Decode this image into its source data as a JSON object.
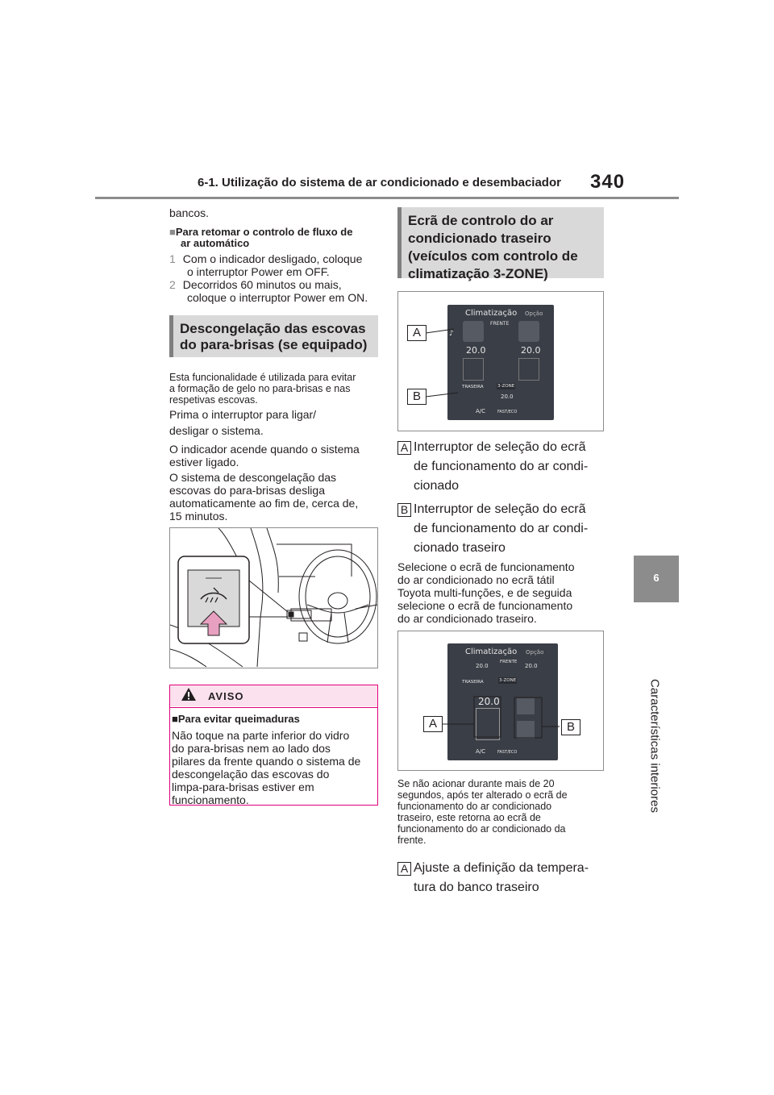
{
  "header": {
    "section": "6-1. Utilização do sistema de ar condicionado e desembaciador",
    "page": "340"
  },
  "side_tab": {
    "number": "6",
    "label": "Características interiores"
  },
  "left": {
    "intro": "bancos.",
    "restore_title_1": "Para retomar o controlo de fluxo de",
    "restore_title_2": "ar automático",
    "steps": [
      {
        "num": "1",
        "line1": "Com o indicador desligado, coloque",
        "line2": "o interruptor Power em OFF."
      },
      {
        "num": "2",
        "line1": "Decorridos 60 minutos ou mais,",
        "line2": "coloque o interruptor Power em ON."
      }
    ],
    "section_title_1": "Descongelação das escovas",
    "section_title_2": "do para-brisas (se equipado)",
    "desc_small": [
      "Esta funcionalidade é utilizada para evitar",
      "a formação de gelo no para-brisas e nas",
      "respetivas escovas."
    ],
    "press_1": "Prima o interruptor para ligar/",
    "press_2": "desligar o sistema.",
    "indicator": [
      "O indicador acende quando o sistema",
      "estiver ligado."
    ],
    "auto_off": [
      "O sistema de descongelação das",
      "escovas do para-brisas desliga",
      "automaticamente ao fim de, cerca de,",
      "15 minutos."
    ],
    "warning": {
      "title": "AVISO",
      "subtitle": "Para evitar queimaduras",
      "lines": [
        "Não toque na parte inferior do vidro",
        "do para-brisas nem ao lado dos",
        "pilares da frente quando o sistema de",
        "descongelação das escovas do",
        "limpa-para-brisas estiver em",
        "funcionamento."
      ]
    }
  },
  "right": {
    "section_title": [
      "Ecrã de controlo do ar",
      "condicionado traseiro",
      "(veículos com controlo de",
      "climatização 3-ZONE)"
    ],
    "screen1": {
      "title": "Climatização",
      "option": "Opção",
      "front": "FRENTE",
      "rear": "TRASEIRA",
      "zone": "3-ZONE",
      "temp_left": "20.0",
      "temp_right": "20.0",
      "temp_rear": "20.0",
      "ac": "A/C",
      "fast_eco": "FAST/ECO"
    },
    "callout_a": "A",
    "callout_b": "B",
    "item_a": [
      "Interruptor de seleção do ecrã",
      "de funcionamento do ar condi-",
      "cionado"
    ],
    "item_b": [
      "Interruptor de seleção do ecrã",
      "de funcionamento do ar condi-",
      "cionado traseiro"
    ],
    "select_text": [
      "Selecione o ecrã de funcionamento",
      "do ar condicionado no ecrã tátil",
      "Toyota multi-funções, e de seguida",
      "selecione o ecrã de funcionamento",
      "do ar condicionado traseiro."
    ],
    "screen2": {
      "title": "Climatização",
      "option": "Opção",
      "front": "FRENTE",
      "rear": "TRASEIRA",
      "zone": "3-ZONE",
      "temp_left": "20.0",
      "temp_right": "20.0",
      "temp_big": "20.0",
      "ac": "A/C",
      "fast_eco": "FAST/ECO"
    },
    "timeout_text": [
      "Se não acionar durante mais de 20",
      "segundos, após ter alterado o ecrã de",
      "funcionamento do ar condicionado",
      "traseiro, este retorna ao ecrã de",
      "funcionamento do ar condicionado da",
      "frente."
    ],
    "item_a2": [
      "Ajuste a definição da tempera-",
      "tura do banco traseiro"
    ]
  }
}
